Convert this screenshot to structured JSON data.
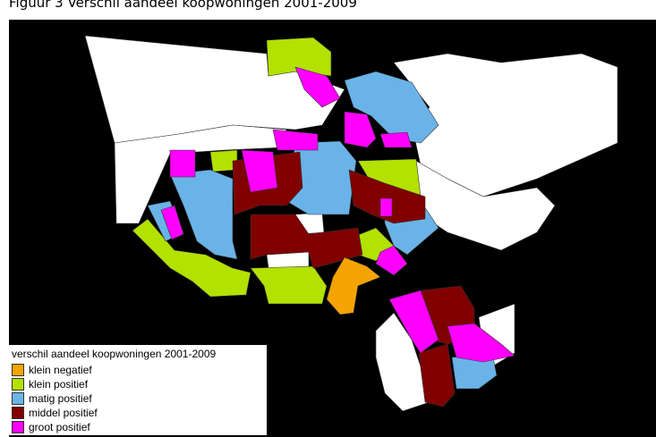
{
  "caption": "Figuur 3   Verschil aandeel koopwoningen 2001-2009",
  "colors": {
    "background": "#000000",
    "no_data": "#ffffff",
    "klein_negatief": "#f5a300",
    "klein_positief": "#b3e100",
    "matig_positief": "#6ab3e8",
    "middel_positief": "#800000",
    "groot_positief": "#ff00ff"
  },
  "legend": {
    "title": "verschil aandeel koopwoningen 2001-2009",
    "items": [
      {
        "label": "klein negatief",
        "key": "klein_negatief"
      },
      {
        "label": "klein positief",
        "key": "klein_positief"
      },
      {
        "label": "matig positief",
        "key": "matig_positief"
      },
      {
        "label": "middel positief",
        "key": "middel_positief"
      },
      {
        "label": "groot positief",
        "key": "groot_positief"
      }
    ]
  }
}
